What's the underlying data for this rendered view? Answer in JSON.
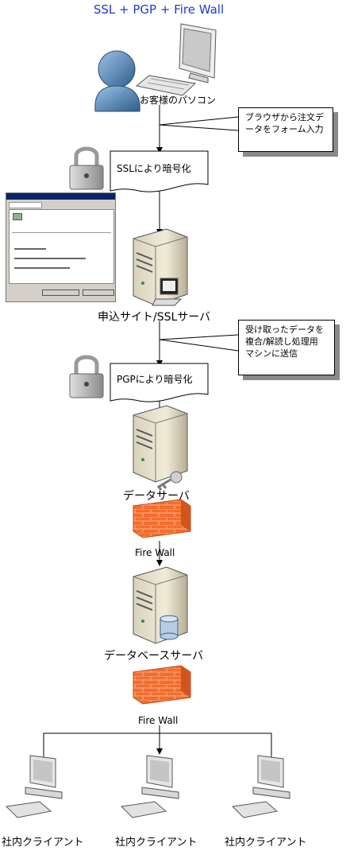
{
  "title": "SSL + PGP + Fire Wall",
  "customer_pc_label": "お客様のパソコン",
  "note1_lines": [
    "ブラウザから注文デ",
    "ータをフォーム入力"
  ],
  "ssl_flag": "SSLにより暗号化",
  "app_server_label": "申込サイト/SSLサーバ",
  "note2_lines": [
    "受け取ったデータを",
    "複合/解読し処理用",
    "マシンに送信"
  ],
  "pgp_flag": "PGPにより暗号化",
  "data_server_label": "データサーバ",
  "firewall1_label": "Fire Wall",
  "db_server_label": "データベースサーバ",
  "firewall2_label": "Fire Wall",
  "clients": [
    "社内クライアント",
    "社内クライアント",
    "社内クライアント"
  ],
  "colors": {
    "title": "#1a3ccc",
    "firewall": "#f06a2a",
    "person": "#4f86b8"
  },
  "icons": [
    "person-icon",
    "monitor-icon",
    "keyboard-icon",
    "lock-icon",
    "server-icon",
    "key-icon",
    "database-icon",
    "firewall-icon"
  ]
}
